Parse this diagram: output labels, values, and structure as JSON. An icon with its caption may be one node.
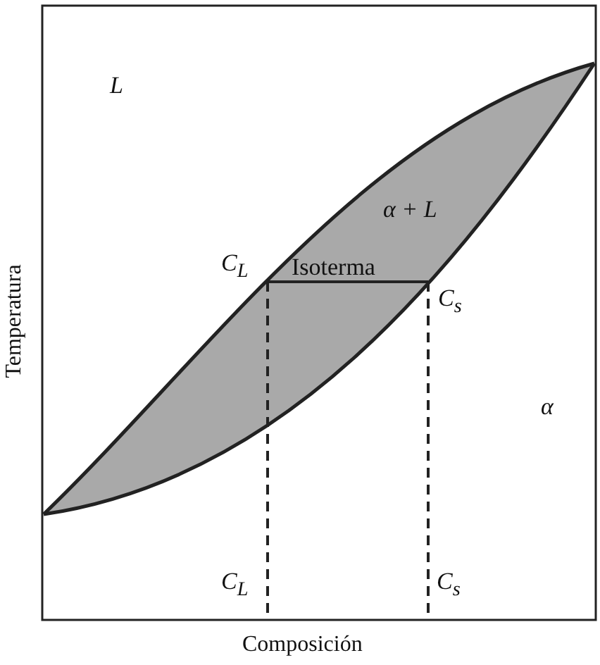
{
  "diagram": {
    "labels": [
      "L",
      "α + L",
      "C$_{L}$",
      "Isoterma",
      "C$_{s}$",
      "α",
      "C$_{L}$",
      "C$_{s}$",
      "Temperatura",
      "Composición"
    ]
  }
}
